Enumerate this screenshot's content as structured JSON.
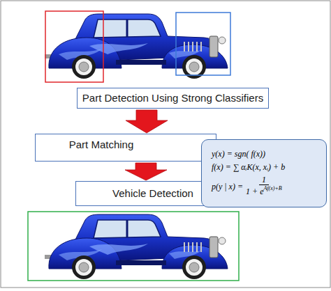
{
  "diagram": {
    "nodes": [
      {
        "text": [
          "Part Detection Using Strong Classifiers"
        ]
      },
      {
        "text": [
          "Part Matching"
        ]
      },
      {
        "text": [
          "Vehicle Detection"
        ]
      },
      {
        "text": [
          "y(x) = sgn( f(x))",
          "f(x) = ∑ αᵢK(x, xᵢ) + b",
          "p(y | x) =",
          "1",
          "1 + e",
          "Af(x)+B"
        ]
      }
    ],
    "edges": [
      {
        "from": 0,
        "to": 1,
        "arrow": "to"
      },
      {
        "from": 1,
        "to": 2,
        "arrow": "to"
      }
    ]
  }
}
